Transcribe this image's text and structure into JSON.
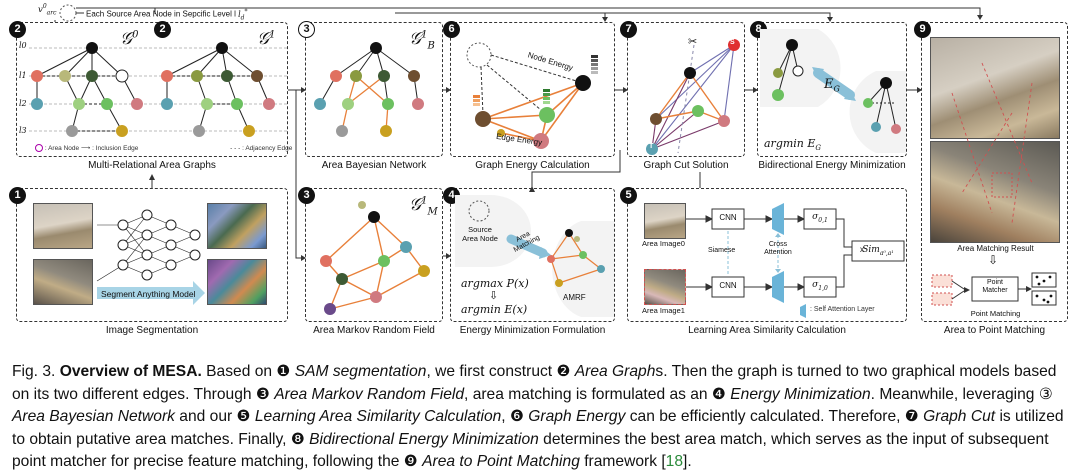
{
  "top": {
    "v_label": "v",
    "v_sub": "arc",
    "v_sup": "0",
    "note": "Each Source Area Node in Sepcific Level l",
    "note_sub": "d",
    "note_sup": "*"
  },
  "panels": {
    "area_graphs": {
      "number": "2",
      "g0": "𝒢",
      "g0_sup": "0",
      "g1": "𝒢",
      "g1_sup": "1",
      "levels": [
        "l0",
        "l1",
        "l2",
        "l3"
      ],
      "legend_area_node": ": Area Node",
      "legend_inclusion": ": Inclusion Edge",
      "legend_adjacency": ": Adjacency Edge",
      "label": "Multi-Relational Area Graphs"
    },
    "bayesian": {
      "number": "3",
      "sym": "𝒢",
      "sub": "B",
      "sup": "1",
      "label": "Area Bayesian Network"
    },
    "graph_energy": {
      "number": "6",
      "node_energy": "Node Energy",
      "edge_energy": "Edge Energy",
      "label": "Graph Energy Calculation"
    },
    "graph_cut": {
      "number": "7",
      "t": "T",
      "s": "S",
      "label": "Graph Cut Solution"
    },
    "bidirectional": {
      "number": "8",
      "eg": "E",
      "eg_sub": "G",
      "argmin": "argmin E",
      "argmin_sub": "G",
      "label": "Bidirectional Energy Minimization"
    },
    "area_to_point": {
      "number": "9",
      "result_label": "Area Matching Result",
      "matcher_line1": "Point",
      "matcher_line2": "Matcher",
      "point_matching": "Point Matching",
      "label": "Area to Point Matching"
    },
    "segmentation": {
      "number": "1",
      "sam_button": "Segment Anything Model",
      "label": "Image Segmentation"
    },
    "mrf": {
      "number": "3",
      "sym": "𝒢",
      "sub": "M",
      "sup": "1",
      "label": "Area Markov Random Field"
    },
    "energy_min": {
      "number": "4",
      "source_line1": "Source",
      "source_line2": "Area Node",
      "area_matching_1": "Area",
      "area_matching_2": "Matching",
      "amrf": "AMRF",
      "argmax": "argmax P(x)",
      "argmin": "argmin E(x)",
      "label": "Energy Minimization Formulation"
    },
    "similarity": {
      "number": "5",
      "image0": "Area Image0",
      "image1": "Area Image1",
      "cnn": "CNN",
      "siamese": "Siamese",
      "cross1": "Cross",
      "cross2": "Attention",
      "sigma01": "σ",
      "sigma01_sub": "0,1",
      "sigma10": "σ",
      "sigma10_sub": "1,0",
      "times": "x",
      "sim": "Sim",
      "sim_sub": "a⁰,a¹",
      "self_attention": ": Self Attention Layer",
      "label": "Learning Area Similarity Calculation"
    }
  },
  "caption": {
    "fig": "Fig. 3.",
    "title": "Overview of MESA.",
    "s1": "Based on ❶",
    "sam": "SAM segmentation",
    "s2": ", we first construct ❷",
    "graphs": "Area Graph",
    "s3": "s. Then the graph is turned to two graphical models based on its two different edges. Through ❸",
    "mrf": "Area Markov Random Field",
    "s4": ", area matching is formulated as an ❹",
    "emin": "Energy Minimization",
    "s5": ". Meanwhile, leveraging ③",
    "abn": "Area Bayesian Network",
    "s6": "and our ❺",
    "lasc": "Learning Area Similarity Calculation",
    "s7": ", ❻",
    "genergy": "Graph Energy",
    "s8": "can be efficiently calculated. Therefore, ❼",
    "gcut": "Graph Cut",
    "s9": "is utilized to obtain putative area matches. Finally, ❽",
    "bemin": "Bidirectional Energy Minimization",
    "s10": "determines the best area match, which serves as the input of subsequent point matcher for precise feature matching, following the ❾",
    "a2p": "Area to Point Matching",
    "s11": "framework [",
    "ref": "18",
    "s12": "]."
  },
  "colors": {
    "node_red": "#e07060",
    "node_olive": "#8a9a40",
    "node_dark": "#3d5a34",
    "node_teal": "#5aa0b0",
    "node_green": "#6cc060",
    "node_gray": "#9a9a9a",
    "node_gold": "#c9a020",
    "node_pink": "#d07a80",
    "node_brown": "#6e4e30",
    "node_purple": "#6a4a8a",
    "orange_edge": "#e8803a",
    "cut_blue": "#7070b0",
    "cut_purple": "#7a3a6a"
  }
}
